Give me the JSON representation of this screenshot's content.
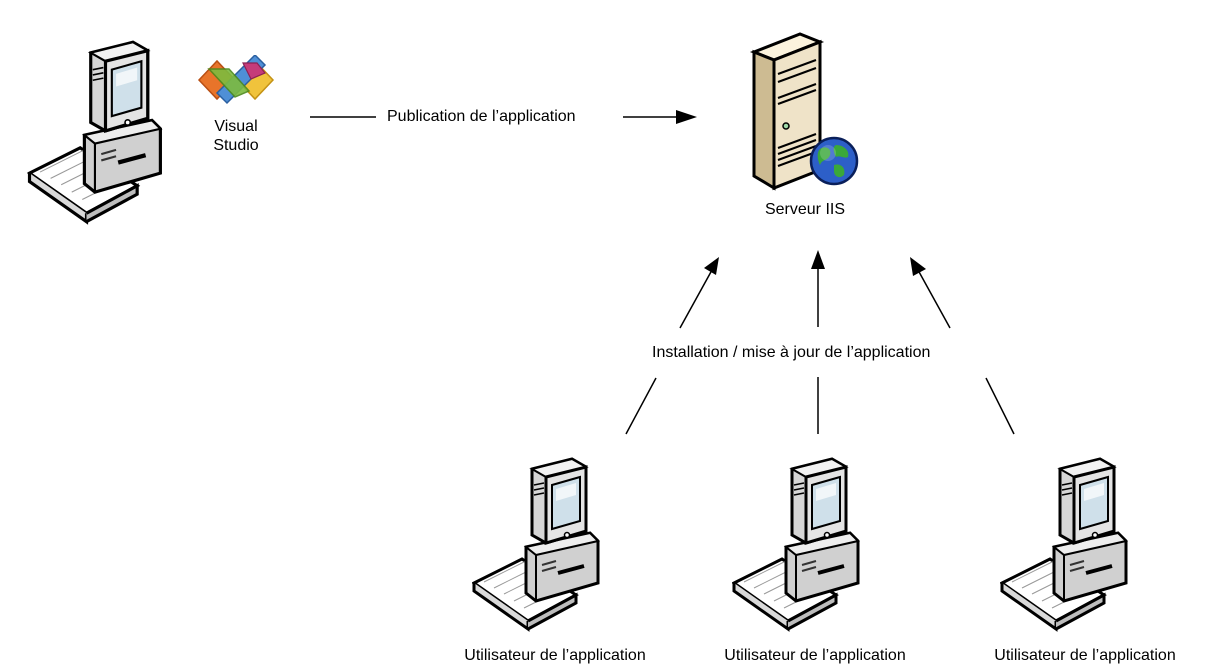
{
  "developer": {
    "tool_icon": "visual-studio-logo-icon",
    "tool_label_line1": "Visual",
    "tool_label_line2": "Studio",
    "computer_icon": "desktop-computer-icon"
  },
  "publish_edge": {
    "label": "Publication de l’application"
  },
  "server": {
    "label": "Serveur IIS",
    "icon": "server-tower-icon",
    "badge_icon": "globe-icon"
  },
  "install_edges": {
    "label": "Installation / mise à jour de l’application"
  },
  "clients": [
    {
      "label": "Utilisateur de l’application",
      "icon": "desktop-computer-icon"
    },
    {
      "label": "Utilisateur de l’application",
      "icon": "desktop-computer-icon"
    },
    {
      "label": "Utilisateur de l’application",
      "icon": "desktop-computer-icon"
    }
  ],
  "colors": {
    "line": "#000000",
    "computer_body": "#e6e6e6",
    "server_body": "#efe3c8"
  }
}
